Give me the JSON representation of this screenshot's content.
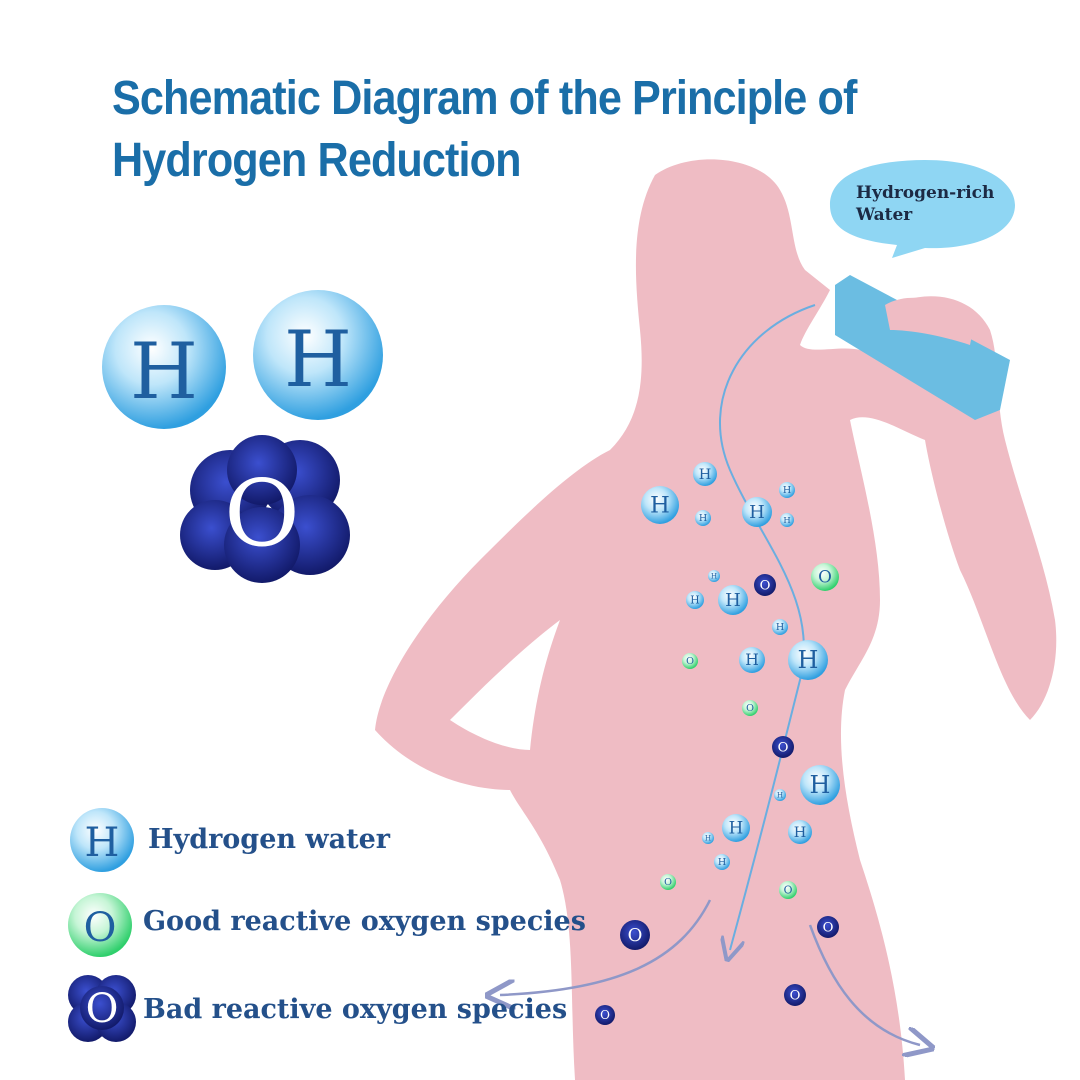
{
  "title": {
    "line1": "Schematic Diagram of the Principle of",
    "line2": "Hydrogen Reduction"
  },
  "speech_bubble": {
    "line1": "Hydrogen-rich",
    "line2": "Water"
  },
  "big_molecules": {
    "h_symbol": "H",
    "o_symbol": "O"
  },
  "legend": [
    {
      "symbol": "H",
      "label": "Hydrogen water",
      "icon": "hydrogen-molecule-icon"
    },
    {
      "symbol": "O",
      "label": "Good reactive oxygen species",
      "icon": "good-oxygen-icon"
    },
    {
      "symbol": "O",
      "label": "Bad reactive oxygen species",
      "icon": "bad-oxygen-icon"
    }
  ],
  "colors": {
    "title": "#1a6ea8",
    "body": "#efbcc4",
    "hydrogen": "#3fa9e6",
    "good_oxygen": "#3cd47a",
    "bad_oxygen": "#1c2a8c",
    "bubble": "#8fd6f3"
  }
}
